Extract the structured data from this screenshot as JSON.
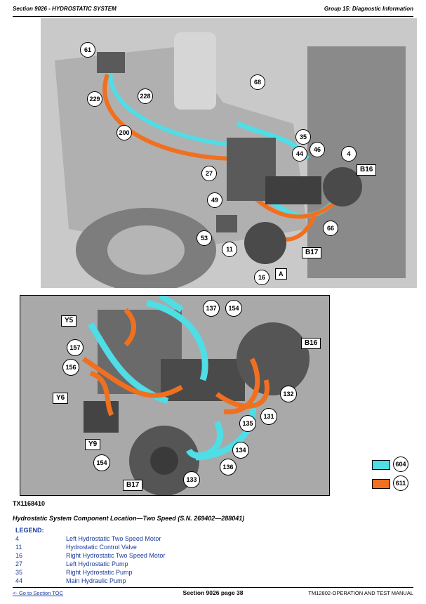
{
  "header": {
    "section": "Section 9026 - HYDROSTATIC SYSTEM",
    "group": "Group 15: Diagnostic Information"
  },
  "figure_top": {
    "callouts": [
      "61",
      "229",
      "228",
      "200",
      "68",
      "35",
      "44",
      "46",
      "4",
      "27",
      "49",
      "53",
      "11",
      "66",
      "16"
    ],
    "box_labels": [
      "B16",
      "B17",
      "A"
    ]
  },
  "figure_bottom": {
    "callouts": [
      "137",
      "154",
      "157",
      "156",
      "132",
      "131",
      "135",
      "134",
      "136",
      "133",
      "154"
    ],
    "box_labels": [
      "Y5",
      "B16",
      "Y6",
      "Y9",
      "B17"
    ]
  },
  "legend_swatches": [
    {
      "color": "#4fdde6",
      "label": "604"
    },
    {
      "color": "#f07020",
      "label": "611"
    }
  ],
  "figure_id": "TX1168410",
  "caption": "Hydrostatic System Component Location—Two Speed (S.N. 269402—288041)",
  "legend": {
    "title": "LEGEND:",
    "items": [
      {
        "num": "4",
        "desc": "Left Hydrostatic Two Speed Motor"
      },
      {
        "num": "11",
        "desc": "Hydrostatic Control Valve"
      },
      {
        "num": "16",
        "desc": "Right Hydrostatic Two Speed Motor"
      },
      {
        "num": "27",
        "desc": "Left Hydrostatic Pump"
      },
      {
        "num": "35",
        "desc": "Right Hydrostatic Pump"
      },
      {
        "num": "44",
        "desc": "Main Hydraulic Pump"
      }
    ]
  },
  "footer": {
    "toc_link": "<- Go to Section TOC",
    "page": "Section 9026 page 38",
    "manual": "TM12802-OPERATION AND TEST MANUAL"
  },
  "colors": {
    "cyan_line": "#4fdde6",
    "orange_line": "#f07020",
    "link": "#1a3a9c"
  }
}
